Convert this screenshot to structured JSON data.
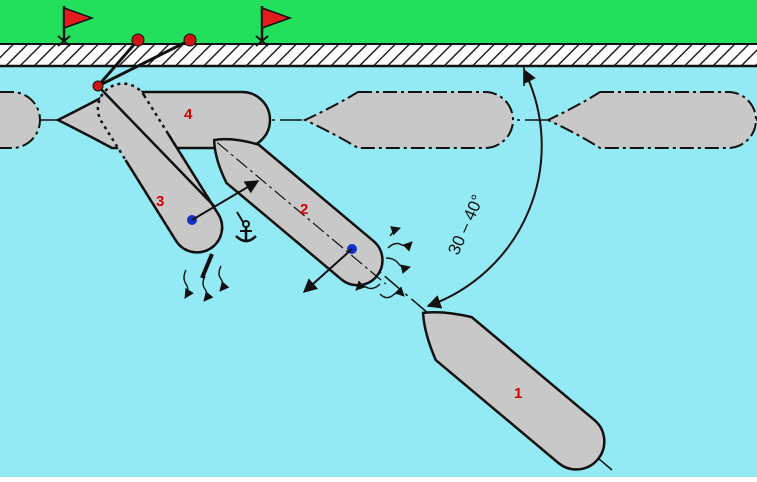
{
  "colors": {
    "water": "#93eaf4",
    "shore": "#22e05c",
    "hull": "#c8c8c8",
    "outline": "#1a1a1a",
    "flag": "#e41c1c",
    "bollard": "#d01515",
    "pivot": "#1430c8",
    "label": "#d40000"
  },
  "ships": [
    {
      "id": "ship-1",
      "label": "1"
    },
    {
      "id": "ship-2",
      "label": "2"
    },
    {
      "id": "ship-3",
      "label": "3"
    },
    {
      "id": "ship-4",
      "label": "4"
    }
  ],
  "approach_angle": {
    "label": "30 – 40°"
  },
  "icons": {
    "flag": "flag-icon",
    "anchor": "anchor-icon",
    "bollard": "bollard-icon",
    "propeller_wash": "propeller-wash-icon"
  }
}
